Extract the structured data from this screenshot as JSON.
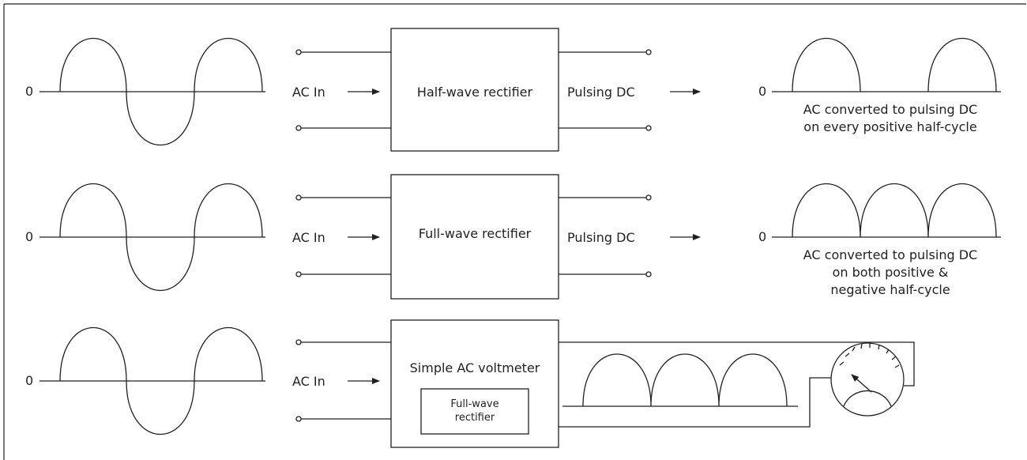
{
  "zero_label": "0",
  "rows": [
    {
      "input_label": "AC In",
      "block_label": "Half-wave rectifier",
      "output_label": "Pulsing DC",
      "description": [
        "AC converted to pulsing DC",
        "on every positive half-cycle"
      ]
    },
    {
      "input_label": "AC In",
      "block_label": "Full-wave rectifier",
      "output_label": "Pulsing DC",
      "description": [
        "AC converted to pulsing DC",
        "on both positive &",
        "negative half-cycle"
      ]
    },
    {
      "input_label": "AC In",
      "block_label": "Simple AC voltmeter",
      "inner_block_label": [
        "Full-wave",
        "rectifier"
      ]
    }
  ],
  "colors": {
    "line": "#231f20",
    "background": "#ffffff"
  }
}
